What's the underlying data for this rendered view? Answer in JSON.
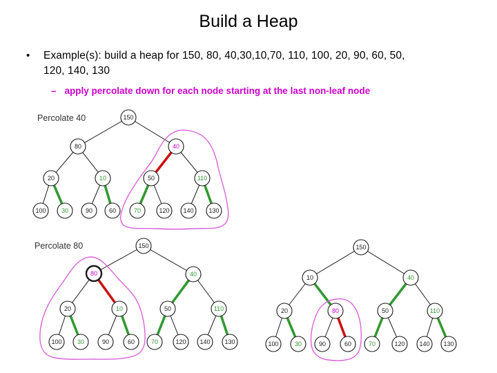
{
  "slide": {
    "title": "Build a Heap"
  },
  "bullet": {
    "marker": "•",
    "line1": "Example(s): build a heap for 150, 80, 40,30,10,70, 110, 100, 20, 90, 60, 50,",
    "line2": "120, 140, 130"
  },
  "sub_bullet": {
    "marker": "–",
    "text": "apply percolate down for each node starting at the last non-leaf node"
  },
  "colors": {
    "node_text_black": "#1a1a1a",
    "node_text_green": "#339933",
    "node_text_magenta": "#cc00cc",
    "edge_green": "#339933",
    "edge_red": "#cc1111",
    "highlight_loop_magenta": "#d863d8"
  },
  "trees": [
    {
      "label": "Percolate 40",
      "highlight": "hand-drawn magenta loop around subtree rooted at 40",
      "nodes": [
        {
          "value": "150",
          "color": "#1a1a1a"
        },
        {
          "value": "80",
          "color": "#1a1a1a"
        },
        {
          "value": "40",
          "color": "#cc00cc"
        },
        {
          "value": "20",
          "color": "#1a1a1a"
        },
        {
          "value": "10",
          "color": "#339933"
        },
        {
          "value": "50",
          "color": "#1a1a1a"
        },
        {
          "value": "110",
          "color": "#339933"
        },
        {
          "value": "100",
          "color": "#1a1a1a"
        },
        {
          "value": "30",
          "color": "#339933"
        },
        {
          "value": "90",
          "color": "#1a1a1a"
        },
        {
          "value": "60",
          "color": "#1a1a1a"
        },
        {
          "value": "70",
          "color": "#339933"
        },
        {
          "value": "120",
          "color": "#1a1a1a"
        },
        {
          "value": "140",
          "color": "#1a1a1a"
        },
        {
          "value": "130",
          "color": "#1a1a1a"
        }
      ],
      "edges": [
        [
          "150",
          "80",
          "plain"
        ],
        [
          "150",
          "40",
          "plain"
        ],
        [
          "80",
          "20",
          "plain"
        ],
        [
          "80",
          "10",
          "plain"
        ],
        [
          "40",
          "50",
          "red-thick"
        ],
        [
          "40",
          "110",
          "plain"
        ],
        [
          "20",
          "100",
          "plain"
        ],
        [
          "20",
          "30",
          "green-thick"
        ],
        [
          "10",
          "90",
          "plain"
        ],
        [
          "10",
          "60",
          "green-thick"
        ],
        [
          "50",
          "70",
          "green-thick"
        ],
        [
          "50",
          "120",
          "plain"
        ],
        [
          "110",
          "140",
          "plain"
        ],
        [
          "110",
          "130",
          "green-thick"
        ]
      ]
    },
    {
      "label": "Percolate 80",
      "highlight": "hand-drawn magenta loop around subtree rooted at 80",
      "nodes": [
        {
          "value": "150",
          "color": "#1a1a1a"
        },
        {
          "value": "80",
          "color": "#cc00cc"
        },
        {
          "value": "40",
          "color": "#339933"
        },
        {
          "value": "20",
          "color": "#1a1a1a"
        },
        {
          "value": "10",
          "color": "#339933"
        },
        {
          "value": "50",
          "color": "#1a1a1a"
        },
        {
          "value": "110",
          "color": "#339933"
        },
        {
          "value": "100",
          "color": "#1a1a1a"
        },
        {
          "value": "30",
          "color": "#339933"
        },
        {
          "value": "90",
          "color": "#1a1a1a"
        },
        {
          "value": "60",
          "color": "#1a1a1a"
        },
        {
          "value": "70",
          "color": "#339933"
        },
        {
          "value": "120",
          "color": "#1a1a1a"
        },
        {
          "value": "140",
          "color": "#1a1a1a"
        },
        {
          "value": "130",
          "color": "#1a1a1a"
        }
      ],
      "edges": [
        [
          "150",
          "80",
          "plain"
        ],
        [
          "150",
          "40",
          "plain"
        ],
        [
          "80",
          "20",
          "plain"
        ],
        [
          "80",
          "10",
          "red-thick"
        ],
        [
          "40",
          "50",
          "green-thick"
        ],
        [
          "40",
          "110",
          "plain"
        ],
        [
          "20",
          "100",
          "plain"
        ],
        [
          "20",
          "30",
          "green-thick"
        ],
        [
          "10",
          "90",
          "plain"
        ],
        [
          "10",
          "60",
          "green-thick"
        ],
        [
          "50",
          "70",
          "green-thick"
        ],
        [
          "50",
          "120",
          "plain"
        ],
        [
          "110",
          "140",
          "plain"
        ],
        [
          "110",
          "130",
          "green-thick"
        ]
      ]
    },
    {
      "label": "",
      "highlight": "hand-drawn magenta loop around subtree rooted at 80",
      "nodes": [
        {
          "value": "150",
          "color": "#1a1a1a"
        },
        {
          "value": "10",
          "color": "#1a1a1a"
        },
        {
          "value": "40",
          "color": "#339933"
        },
        {
          "value": "20",
          "color": "#1a1a1a"
        },
        {
          "value": "80",
          "color": "#cc00cc"
        },
        {
          "value": "50",
          "color": "#1a1a1a"
        },
        {
          "value": "110",
          "color": "#339933"
        },
        {
          "value": "100",
          "color": "#1a1a1a"
        },
        {
          "value": "30",
          "color": "#339933"
        },
        {
          "value": "90",
          "color": "#1a1a1a"
        },
        {
          "value": "60",
          "color": "#1a1a1a"
        },
        {
          "value": "70",
          "color": "#339933"
        },
        {
          "value": "120",
          "color": "#1a1a1a"
        },
        {
          "value": "140",
          "color": "#1a1a1a"
        },
        {
          "value": "130",
          "color": "#1a1a1a"
        }
      ],
      "edges": [
        [
          "150",
          "10",
          "plain"
        ],
        [
          "150",
          "40",
          "plain"
        ],
        [
          "10",
          "20",
          "plain"
        ],
        [
          "10",
          "80",
          "green-thick"
        ],
        [
          "40",
          "50",
          "green-thick"
        ],
        [
          "40",
          "110",
          "plain"
        ],
        [
          "20",
          "100",
          "plain"
        ],
        [
          "20",
          "30",
          "green-thick"
        ],
        [
          "80",
          "90",
          "plain"
        ],
        [
          "80",
          "60",
          "red-thick"
        ],
        [
          "50",
          "70",
          "green-thick"
        ],
        [
          "50",
          "120",
          "plain"
        ],
        [
          "110",
          "140",
          "plain"
        ],
        [
          "110",
          "130",
          "green-thick"
        ]
      ]
    }
  ]
}
